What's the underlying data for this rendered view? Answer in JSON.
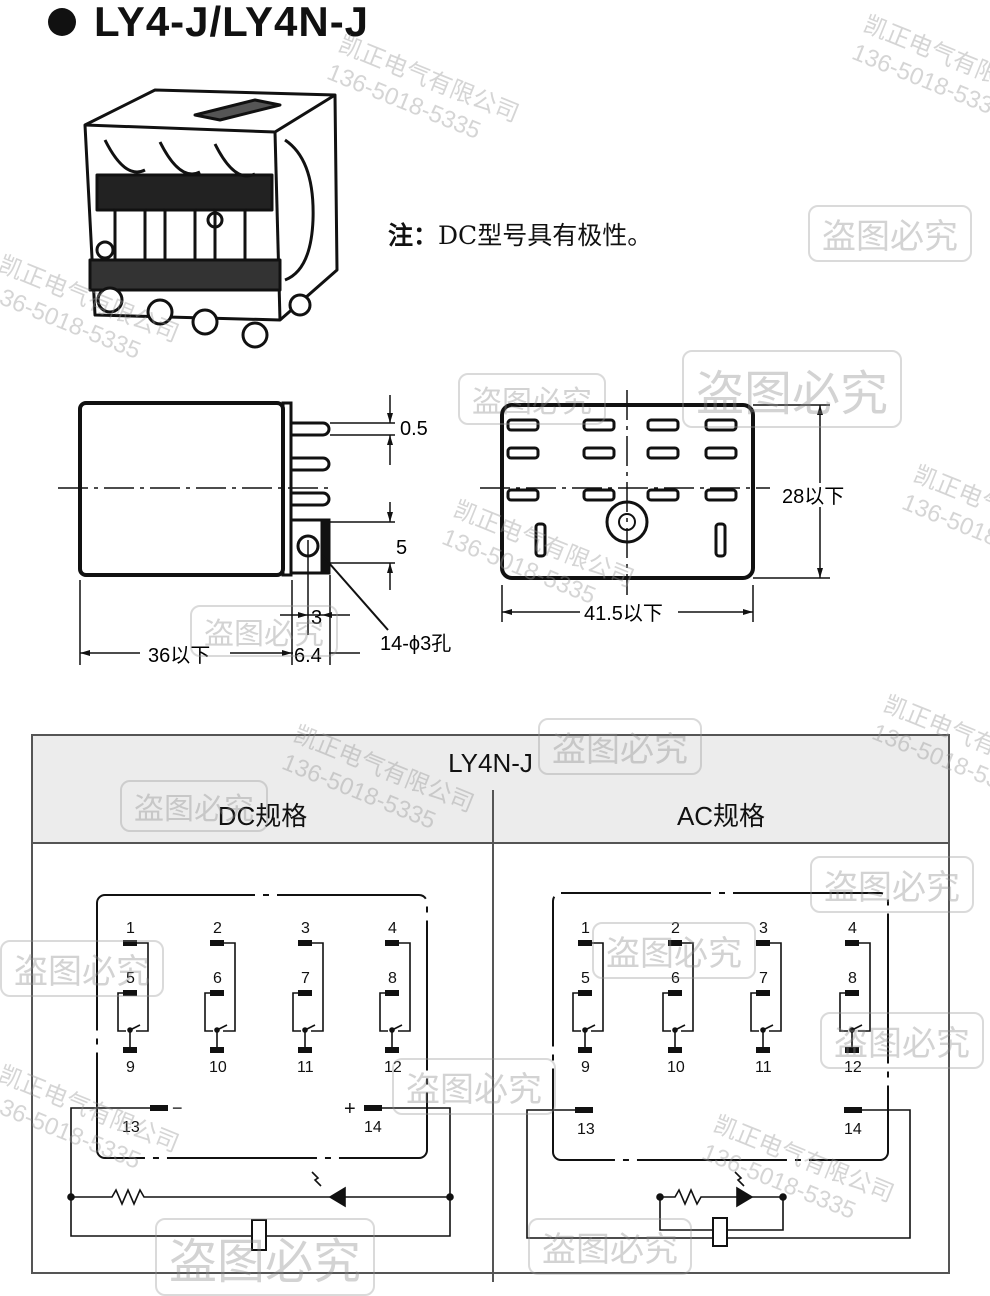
{
  "title": "LY4-J/LY4N-J",
  "note": {
    "label": "注：",
    "text": "DC型号具有极性。"
  },
  "dimensions": {
    "side": {
      "pin_thickness": "0.5",
      "pin_pitch": "5",
      "hole_offset": "3",
      "length": "36以下",
      "pin_length": "6.4",
      "holes": "14-ϕ3孔"
    },
    "front": {
      "height": "28以下",
      "width": "41.5以下"
    }
  },
  "table": {
    "model": "LY4N-J",
    "columns": [
      "DC规格",
      "AC规格"
    ],
    "dc": {
      "terminals_top": [
        "1",
        "2",
        "3",
        "4"
      ],
      "terminals_mid": [
        "5",
        "6",
        "7",
        "8"
      ],
      "terminals_bottom": [
        "9",
        "10",
        "11",
        "12"
      ],
      "coil": [
        "13",
        "14"
      ],
      "polarity": [
        "−",
        "+"
      ]
    },
    "ac": {
      "terminals_top": [
        "1",
        "2",
        "3",
        "4"
      ],
      "terminals_mid": [
        "5",
        "6",
        "7",
        "8"
      ],
      "terminals_bottom": [
        "9",
        "10",
        "11",
        "12"
      ],
      "coil": [
        "13",
        "14"
      ]
    }
  },
  "watermarks": {
    "stamp": "盗图必究",
    "company": "凯正电气有限公司",
    "phone": "136-5018-5335"
  }
}
